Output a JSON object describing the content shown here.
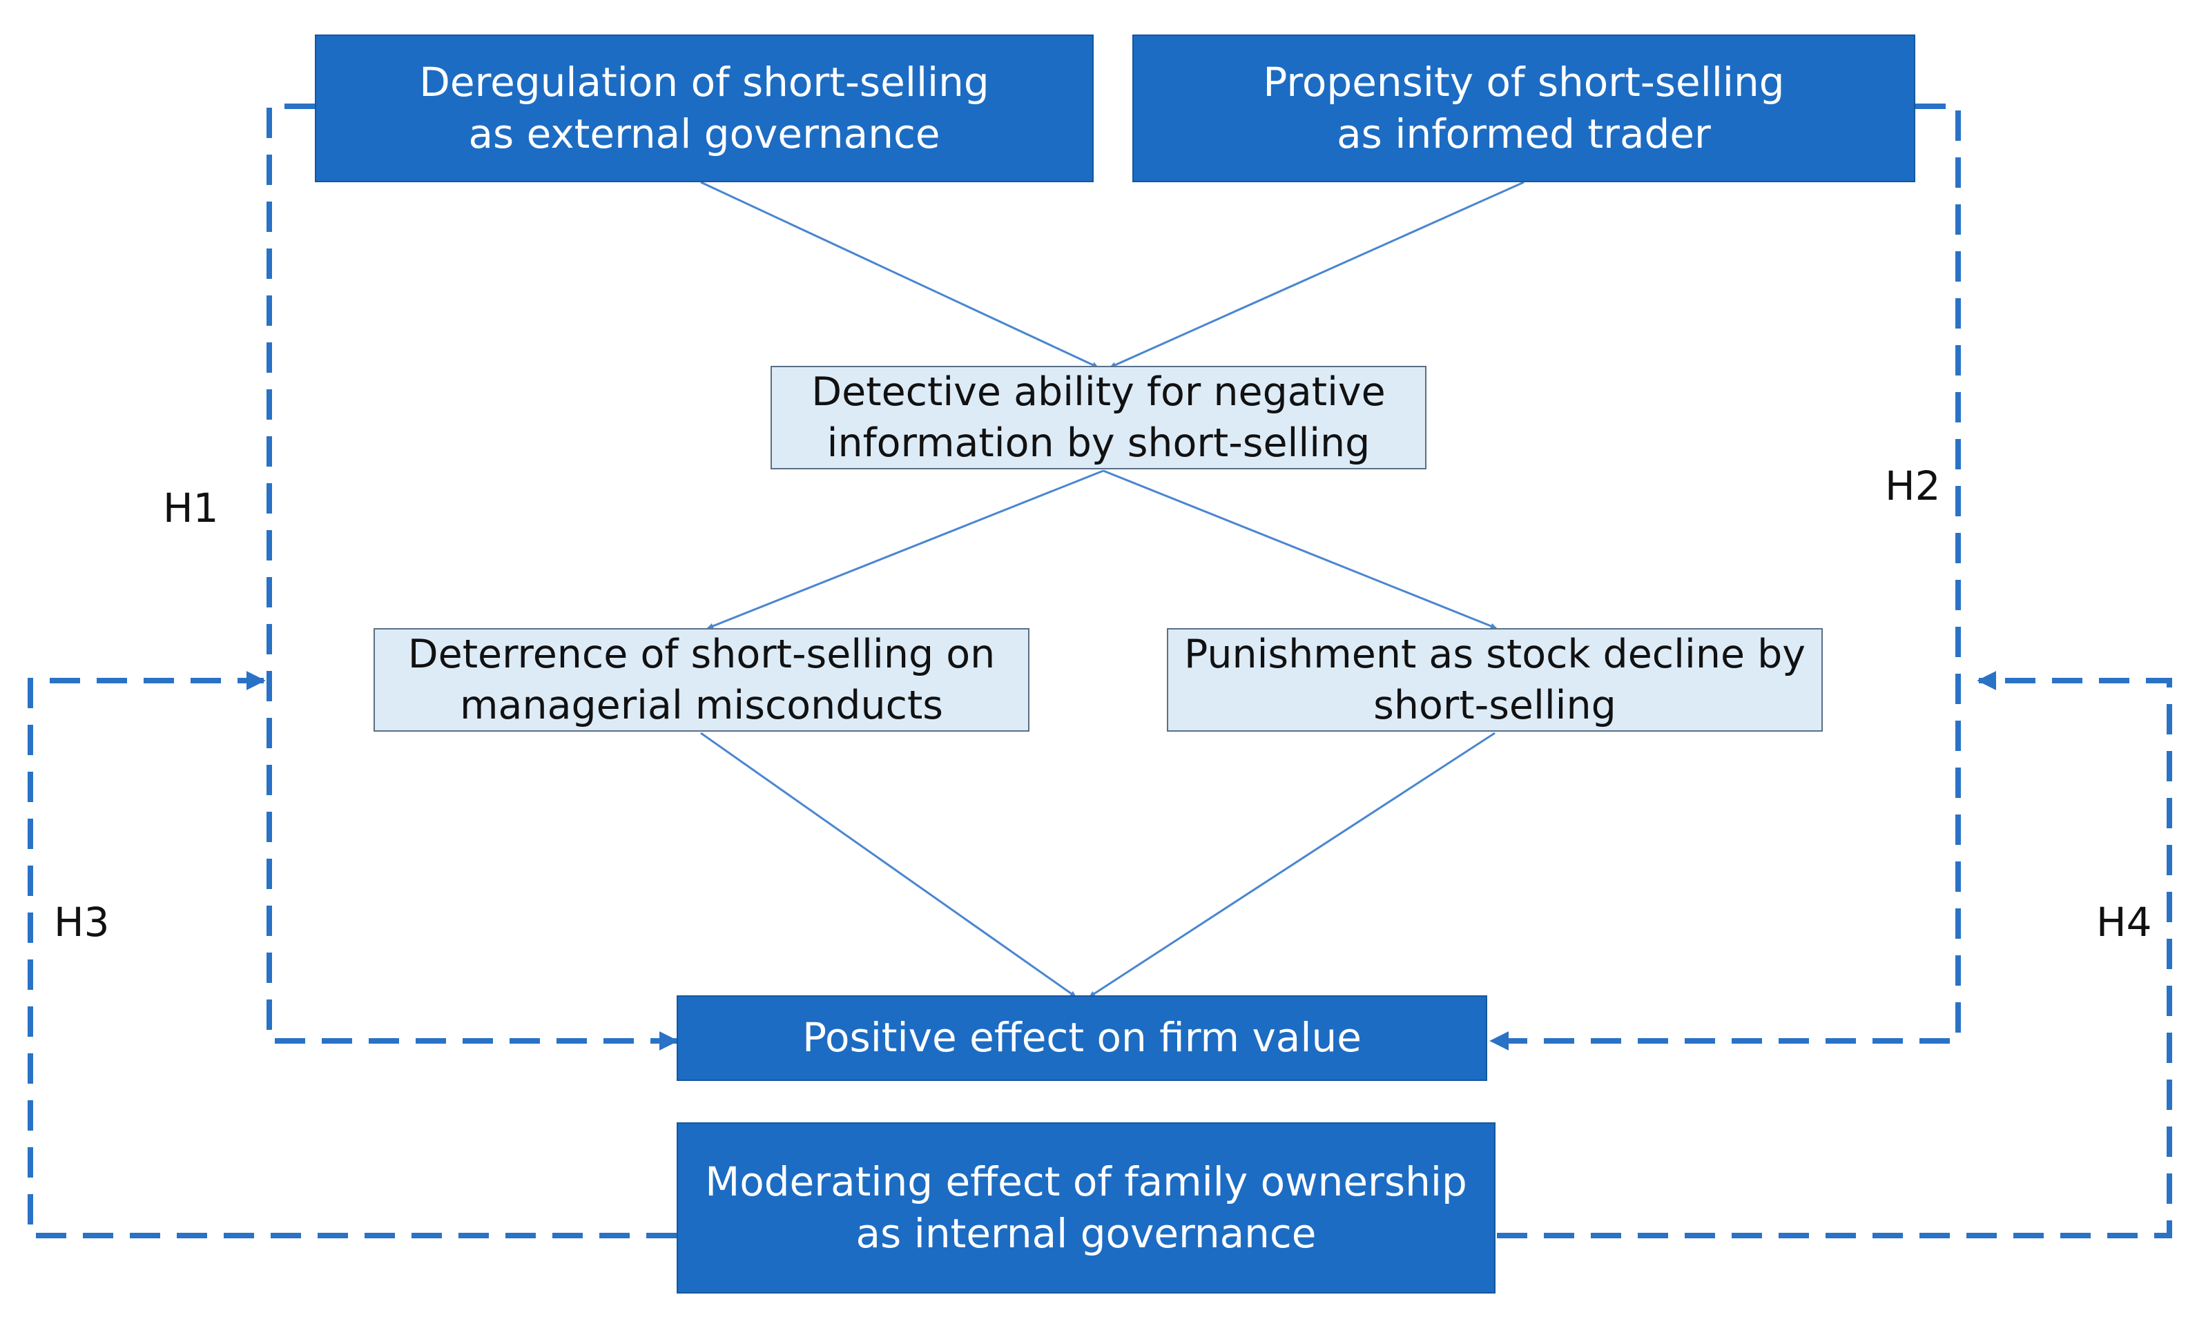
{
  "diagram": {
    "colors": {
      "dark_box": "#1d6cc3",
      "light_box": "#ddebf7",
      "solid_arrow": "#4a86d0",
      "dashed_arrow": "#2a72c6"
    },
    "boxes": {
      "deregulation": {
        "line1": "Deregulation of short-selling",
        "line2": "as external governance"
      },
      "propensity": {
        "line1": "Propensity of short-selling",
        "line2": "as informed trader"
      },
      "detective": {
        "line1": "Detective ability for negative",
        "line2": "information by short-selling"
      },
      "deterrence": {
        "line1": "Deterrence of short-selling on",
        "line2": "managerial misconducts"
      },
      "punishment": {
        "line1": "Punishment as stock decline by",
        "line2": "short-selling"
      },
      "positive": {
        "line1": "Positive effect on firm value"
      },
      "moderating": {
        "line1": "Moderating effect of family ownership",
        "line2": "as internal governance"
      }
    },
    "hypotheses": {
      "h1": "H1",
      "h2": "H2",
      "h3": "H3",
      "h4": "H4"
    }
  }
}
